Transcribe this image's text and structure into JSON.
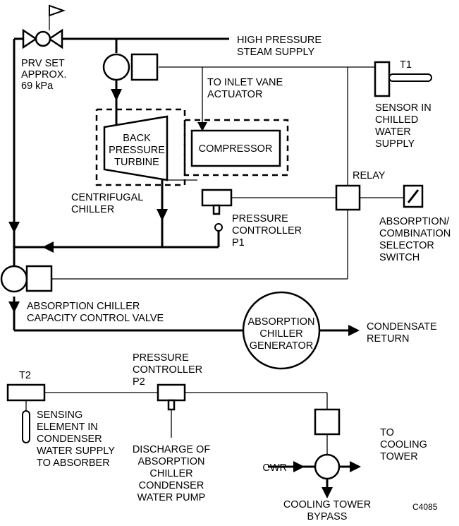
{
  "labels": {
    "prv": [
      "PRV SET",
      "APPROX.",
      "69 kPa"
    ],
    "steam": [
      "HIGH PRESSURE",
      "STEAM SUPPLY"
    ],
    "t1": "T1",
    "inlet_vane": [
      "TO INLET VANE",
      "ACTUATOR"
    ],
    "sensor_chw": [
      "SENSOR IN",
      "CHILLED",
      "WATER",
      "SUPPLY"
    ],
    "turbine": [
      "BACK",
      "PRESSURE",
      "TURBINE"
    ],
    "compressor": "COMPRESSOR",
    "centrifugal": [
      "CENTRIFUGAL",
      "CHILLER"
    ],
    "relay": "RELAY",
    "p1": [
      "PRESSURE",
      "CONTROLLER",
      "P1"
    ],
    "selector": [
      "ABSORPTION/",
      "COMBINATION",
      "SELECTOR",
      "SWITCH"
    ],
    "capacity_valve": [
      "ABSORPTION CHILLER",
      "CAPACITY CONTROL VALVE"
    ],
    "generator": [
      "ABSORPTION",
      "CHILLER",
      "GENERATOR"
    ],
    "condensate": [
      "CONDENSATE",
      "RETURN"
    ],
    "t2": "T2",
    "p2": [
      "PRESSURE",
      "CONTROLLER",
      "P2"
    ],
    "sensing_element": [
      "SENSING",
      "ELEMENT IN",
      "CONDENSER",
      "WATER SUPPLY",
      "TO ABSORBER"
    ],
    "discharge": [
      "DISCHARGE OF",
      "ABSORPTION",
      "CHILLER",
      "CONDENSER",
      "WATER PUMP"
    ],
    "cwr": "CWR",
    "cooling_tower": [
      "TO",
      "COOLING",
      "TOWER"
    ],
    "bypass": [
      "COOLING TOWER",
      "BYPASS"
    ],
    "figure_id": "C4085"
  }
}
